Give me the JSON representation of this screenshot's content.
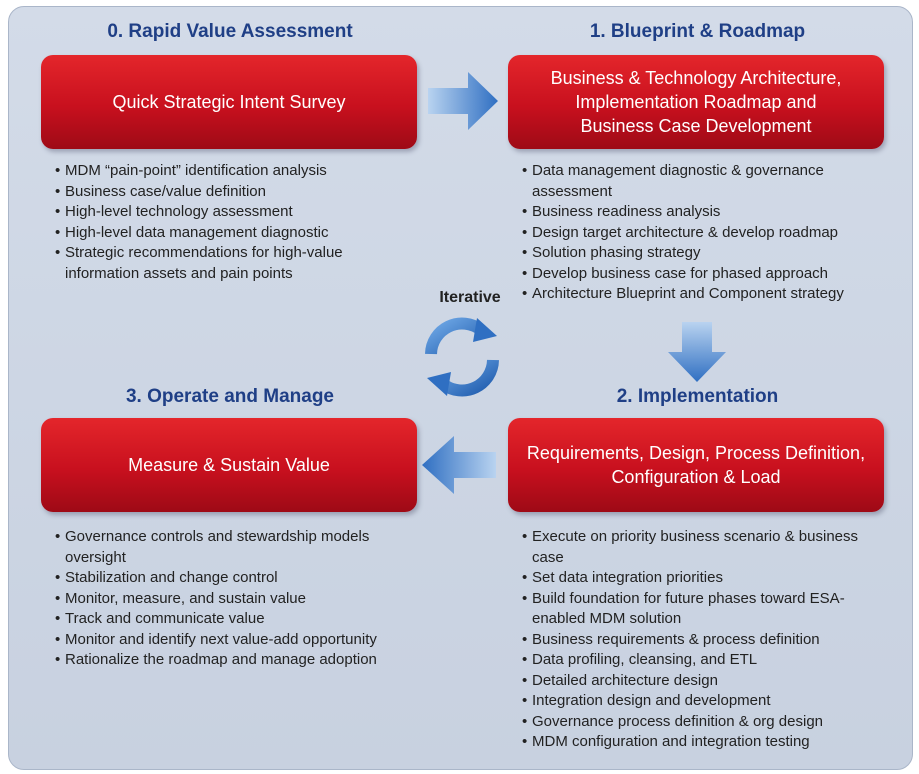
{
  "colors": {
    "heading": "#1f3f86",
    "box_red": "#c8101e",
    "arrow_blue": "#3a78c8",
    "panel": "#cdd6e4"
  },
  "phases": [
    {
      "title": "0. Rapid Value Assessment",
      "box": [
        "Quick Strategic Intent Survey"
      ],
      "bullets": [
        "MDM “pain-point” identification analysis",
        "Business case/value definition",
        "High-level technology assessment",
        "High-level data management diagnostic",
        "Strategic recommendations for high-value information assets and pain points"
      ]
    },
    {
      "title": "1. Blueprint & Roadmap",
      "box": [
        "Business & Technology Architecture,",
        "Implementation Roadmap and",
        "Business Case Development"
      ],
      "bullets": [
        "Data management diagnostic & governance assessment",
        "Business readiness analysis",
        "Design target architecture & develop roadmap",
        "Solution phasing strategy",
        "Develop business case for phased approach",
        "Architecture Blueprint and Component  strategy"
      ]
    },
    {
      "title": "2. Implementation",
      "box": [
        "Requirements, Design, Process Definition,",
        "Configuration & Load"
      ],
      "bullets": [
        "Execute on priority business scenario & business case",
        "Set data integration priorities",
        "Build foundation for future phases toward ESA-enabled MDM solution",
        "Business requirements & process definition",
        "Data profiling, cleansing, and ETL",
        "Detailed architecture design",
        "Integration design and development",
        "Governance process definition & org design",
        "MDM configuration and integration testing"
      ]
    },
    {
      "title": "3. Operate and Manage",
      "box": [
        "Measure & Sustain Value"
      ],
      "bullets": [
        "Governance controls and stewardship models oversight",
        "Stabilization and change control",
        "Monitor, measure, and sustain value",
        "Track and communicate value",
        "Monitor and identify next value-add opportunity",
        "Rationalize the roadmap and manage adoption"
      ]
    }
  ],
  "cycle": {
    "label": "Iterative",
    "icon": "cycle-arrows-icon"
  },
  "arrows": [
    "arrow-right-icon",
    "arrow-down-icon",
    "arrow-left-icon"
  ]
}
